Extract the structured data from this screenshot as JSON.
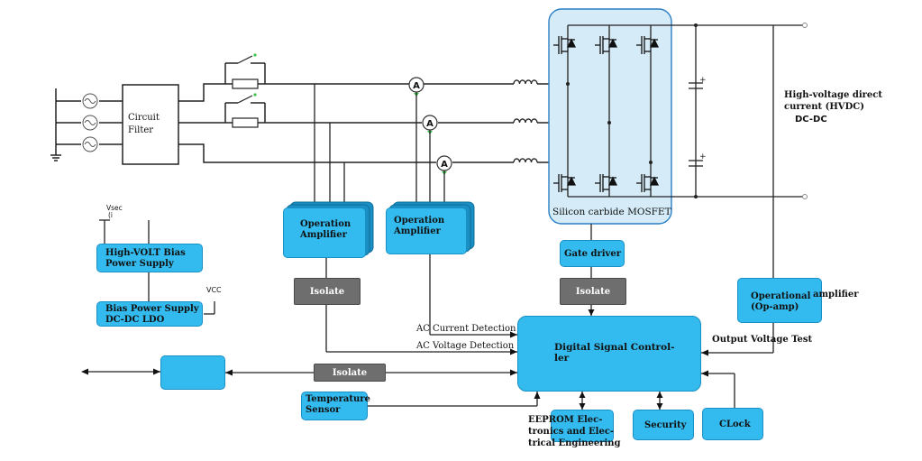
{
  "filter": {
    "line1": "Circuit",
    "line2": "Filter"
  },
  "amp1": {
    "line1": "Operation",
    "line2": "Amplifier"
  },
  "amp2": {
    "line1": "Operation",
    "line2": "Amplifier"
  },
  "isolate1": "Isolate",
  "isolate2": "Isolate",
  "isolate3": "Isolate",
  "gate_driver": "Gate driver",
  "mosfet_label": "Silicon carbide MOSFET",
  "hvdc": {
    "line1": "High-voltage direct",
    "line2": "current (HVDC)",
    "line3": "DC-DC"
  },
  "opamp": {
    "line1": "Operational",
    "line1b": "amplifier",
    "line2": "(Op-amp)"
  },
  "output_voltage": "Output Voltage Test",
  "dsc": {
    "line1": "Digital Signal Control-",
    "line2": "ler"
  },
  "ac_current": "AC Current Detection",
  "ac_voltage": "AC Voltage Detection",
  "temp": {
    "line1": "Temperature",
    "line2": "Sensor"
  },
  "eeprom": {
    "line1": "EEPROM Elec-",
    "line2": "tronics and Elec-",
    "line3": "trical Engineering"
  },
  "security": "Security",
  "clock": "CLock",
  "bias_hv": {
    "line1": "High-VOLT Bias",
    "line2": "Power Supply"
  },
  "bias_ldo": {
    "line1": "Bias Power Supply",
    "line2": "DC-DC LDO"
  },
  "vsec": {
    "line1": "Vsec",
    "line2": "(i"
  },
  "vcc": "VCC",
  "ammeter": "A"
}
